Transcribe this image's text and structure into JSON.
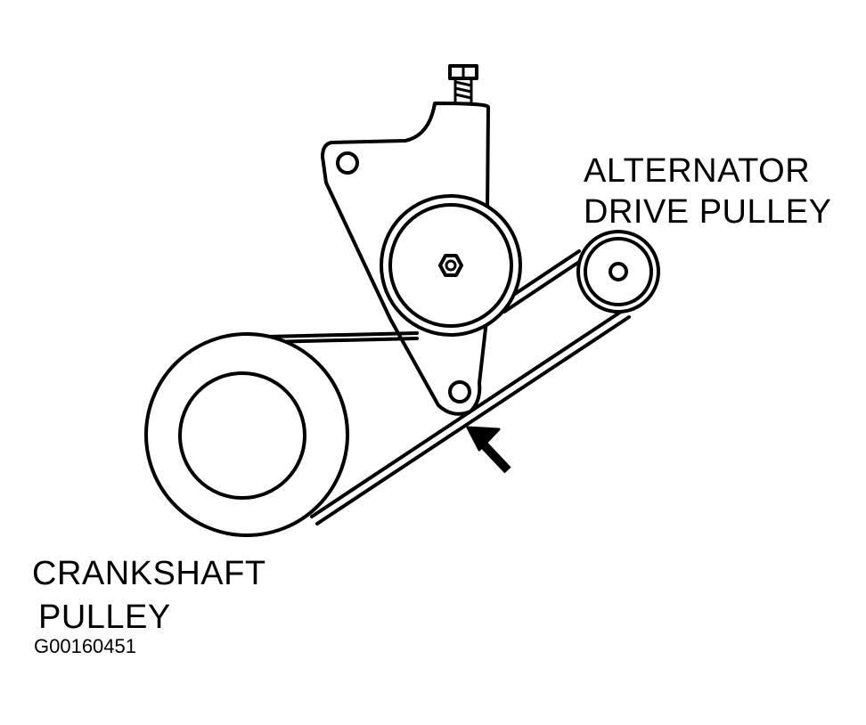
{
  "labels": {
    "alternator_line1": "ALTERNATOR",
    "alternator_line2": "DRIVE PULLEY",
    "crankshaft_line1": "CRANKSHAFT",
    "crankshaft_line2": "PULLEY",
    "figure_code": "G00160451"
  },
  "colors": {
    "ink": "#000000",
    "paper": "#ffffff"
  }
}
